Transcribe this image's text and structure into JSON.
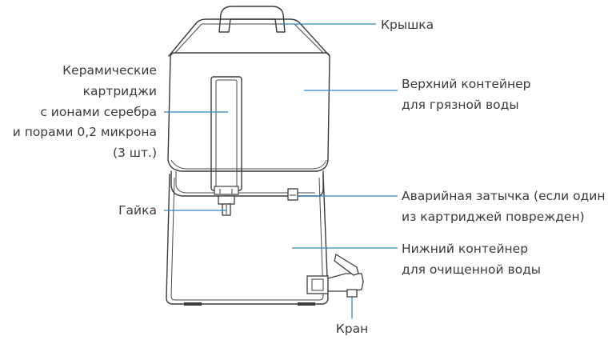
{
  "colors": {
    "leader": "#2f86c7",
    "outline": "#3c3c3c",
    "text": "#3b3b3b",
    "background": "#ffffff"
  },
  "labels": {
    "lid": "Крышка",
    "upper_container": [
      "Верхний контейнер",
      "для грязной воды"
    ],
    "cartridges": [
      "Керамические",
      "картриджи",
      "с ионами серебра",
      "и порами 0,2 микрона",
      "(3 шт.)"
    ],
    "nut": "Гайка",
    "emergency_plug": [
      "Аварийная затычка (если один",
      "из картриджей поврежден)"
    ],
    "lower_container": [
      "Нижний контейнер",
      "для очищенной воды"
    ],
    "tap": "Кран"
  }
}
